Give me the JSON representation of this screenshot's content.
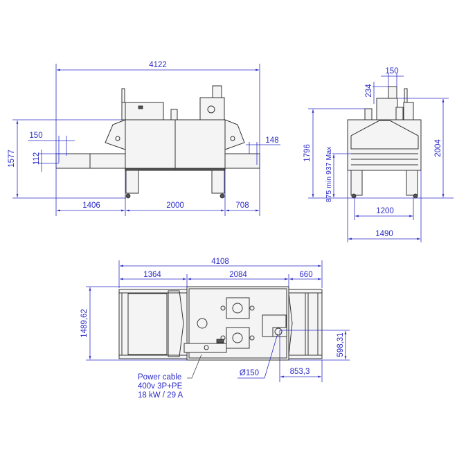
{
  "colors": {
    "dimension": "#2a2ac8",
    "machine": "#333333"
  },
  "side_view": {
    "overall_length": "4122",
    "height": "1577",
    "inlet_offset": "150",
    "inlet_height": "112",
    "outlet_offset": "148",
    "inlet_length": "1406",
    "tunnel_length": "2000",
    "outlet_length": "708"
  },
  "front_view": {
    "chimney_width": "150",
    "chimney_height": "234",
    "height_body": "1796",
    "height_total": "2004",
    "belt_height": "875 min 937 Max",
    "wheel_span": "1200",
    "width": "1490"
  },
  "top_view": {
    "overall_length": "4108",
    "inlet_length": "1364",
    "tunnel_length": "2084",
    "outlet_length": "660",
    "width": "1489,62",
    "outlet_y": "598,31",
    "outlet_x": "853,3",
    "outlet_diameter": "Ø150",
    "power_lines": [
      "Power cable",
      "400v 3P+PE",
      "18 kW / 29 A"
    ]
  }
}
